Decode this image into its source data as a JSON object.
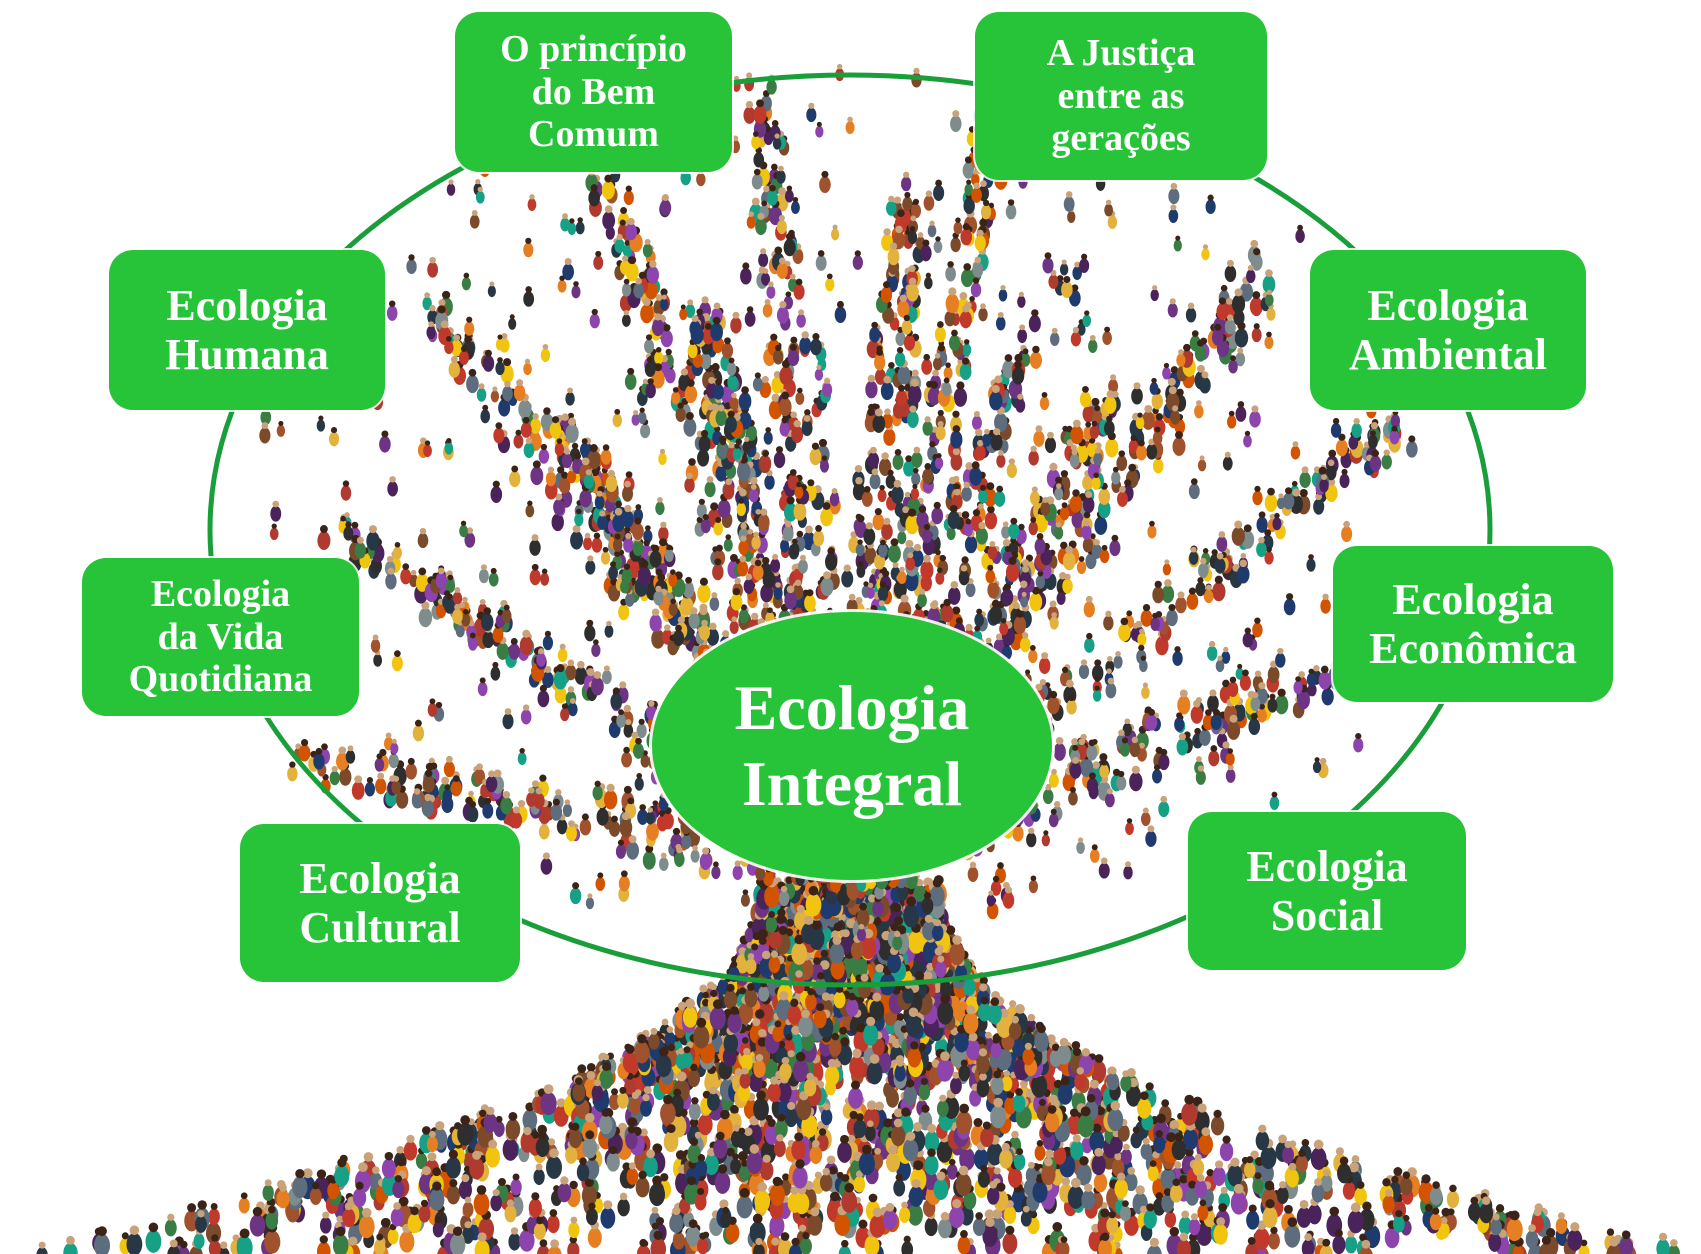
{
  "diagram": {
    "center": {
      "label": "Ecologia\nIntegral"
    },
    "nodes": [
      {
        "id": "bem-comum",
        "label": "O princípio\ndo Bem\nComum"
      },
      {
        "id": "justica-geracoes",
        "label": "A Justiça\nentre as\ngerações"
      },
      {
        "id": "ecologia-humana",
        "label": "Ecologia\nHumana"
      },
      {
        "id": "ecologia-ambiental",
        "label": "Ecologia\nAmbiental"
      },
      {
        "id": "ecologia-vida-quotidiana",
        "label": "Ecologia\nda Vida\nQuotidiana"
      },
      {
        "id": "ecologia-economica",
        "label": "Ecologia\nEconômica"
      },
      {
        "id": "ecologia-cultural",
        "label": "Ecologia\nCultural"
      },
      {
        "id": "ecologia-social",
        "label": "Ecologia\nSocial"
      }
    ],
    "colors": {
      "node_fill": "#27c339",
      "ring_stroke": "#1a9e3a",
      "node_text": "#ffffff",
      "background": "#ffffff"
    },
    "illustration": "crowd of people forming a tree"
  }
}
